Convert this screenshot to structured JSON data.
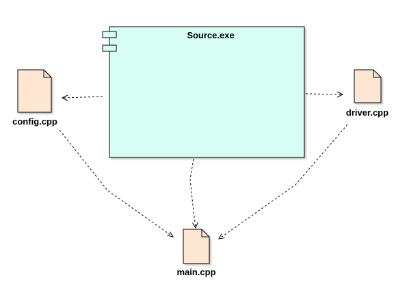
{
  "colors": {
    "component_fill": "#d7fef4",
    "artifact_fill": "#fde7d2",
    "stroke": "#000000",
    "background": "#ffffff"
  },
  "component": {
    "label": "Source.exe",
    "icon": "component-icon"
  },
  "artifacts": [
    {
      "id": "config",
      "label": "config.cpp",
      "icon": "file-icon"
    },
    {
      "id": "driver",
      "label": "driver.cpp",
      "icon": "file-icon"
    },
    {
      "id": "main",
      "label": "main.cpp",
      "icon": "file-icon"
    }
  ],
  "dependencies": [
    {
      "from": "Source.exe",
      "to": "config.cpp"
    },
    {
      "from": "Source.exe",
      "to": "driver.cpp"
    },
    {
      "from": "Source.exe",
      "to": "main.cpp"
    },
    {
      "from": "config.cpp",
      "to": "main.cpp"
    },
    {
      "from": "driver.cpp",
      "to": "main.cpp"
    }
  ]
}
